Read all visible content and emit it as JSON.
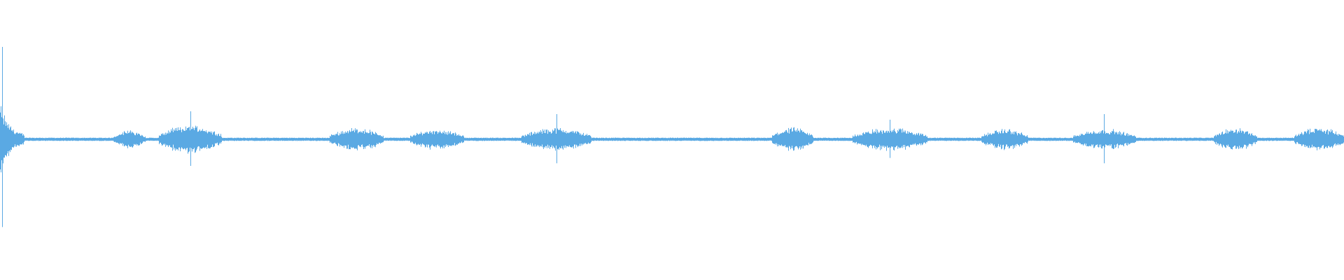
{
  "waveform": {
    "color": "#5aa9e3",
    "background": "#ffffff",
    "baseline_amplitude": 0.006,
    "bursts": [
      {
        "start": 0.0,
        "end": 0.018,
        "amp": 0.13,
        "peak": 0.33
      },
      {
        "start": 0.084,
        "end": 0.108,
        "amp": 0.035
      },
      {
        "start": 0.118,
        "end": 0.165,
        "amp": 0.055,
        "peak": 0.1
      },
      {
        "start": 0.245,
        "end": 0.285,
        "amp": 0.045
      },
      {
        "start": 0.305,
        "end": 0.345,
        "amp": 0.04
      },
      {
        "start": 0.388,
        "end": 0.44,
        "amp": 0.045,
        "peak": 0.09
      },
      {
        "start": 0.574,
        "end": 0.605,
        "amp": 0.045
      },
      {
        "start": 0.634,
        "end": 0.69,
        "amp": 0.045,
        "peak": 0.07
      },
      {
        "start": 0.73,
        "end": 0.765,
        "amp": 0.04
      },
      {
        "start": 0.798,
        "end": 0.845,
        "amp": 0.04,
        "peak": 0.09
      },
      {
        "start": 0.903,
        "end": 0.935,
        "amp": 0.045
      },
      {
        "start": 0.963,
        "end": 1.0,
        "amp": 0.045
      }
    ]
  }
}
